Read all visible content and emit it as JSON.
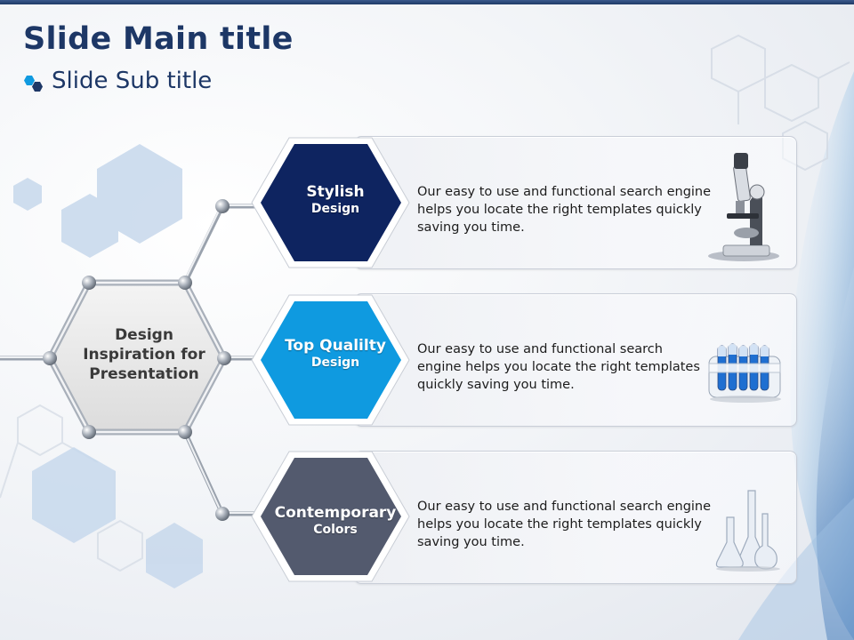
{
  "slide": {
    "title": "Slide Main title",
    "subtitle": "Slide Sub title"
  },
  "center": {
    "line1": "Design",
    "line2": "Inspiration for",
    "line3": "Presentation"
  },
  "items": [
    {
      "title": "Stylish",
      "subtitle": "Design",
      "color": "#0e2460",
      "text": [
        "Our easy to use and functional search engine",
        "helps you locate the right templates quickly",
        " saving you time."
      ],
      "image": "microscope-icon"
    },
    {
      "title": "Top Qualilty",
      "subtitle": "Design",
      "color": "#0f9ae0",
      "text": [
        "Our easy to use and functional search",
        "engine helps you locate the right templates",
        "quickly saving you time."
      ],
      "image": "test-tubes-icon"
    },
    {
      "title": "Contemporary",
      "subtitle": "Colors",
      "color": "#535a6e",
      "text": [
        "Our easy to use and functional search engine",
        " helps you locate the right templates quickly",
        "saving you time."
      ],
      "image": "flasks-icon"
    }
  ],
  "colors": {
    "title": "#1d3766",
    "accent_blue": "#0f9ae0",
    "dark_navy": "#0e2460",
    "slate": "#535a6e"
  }
}
